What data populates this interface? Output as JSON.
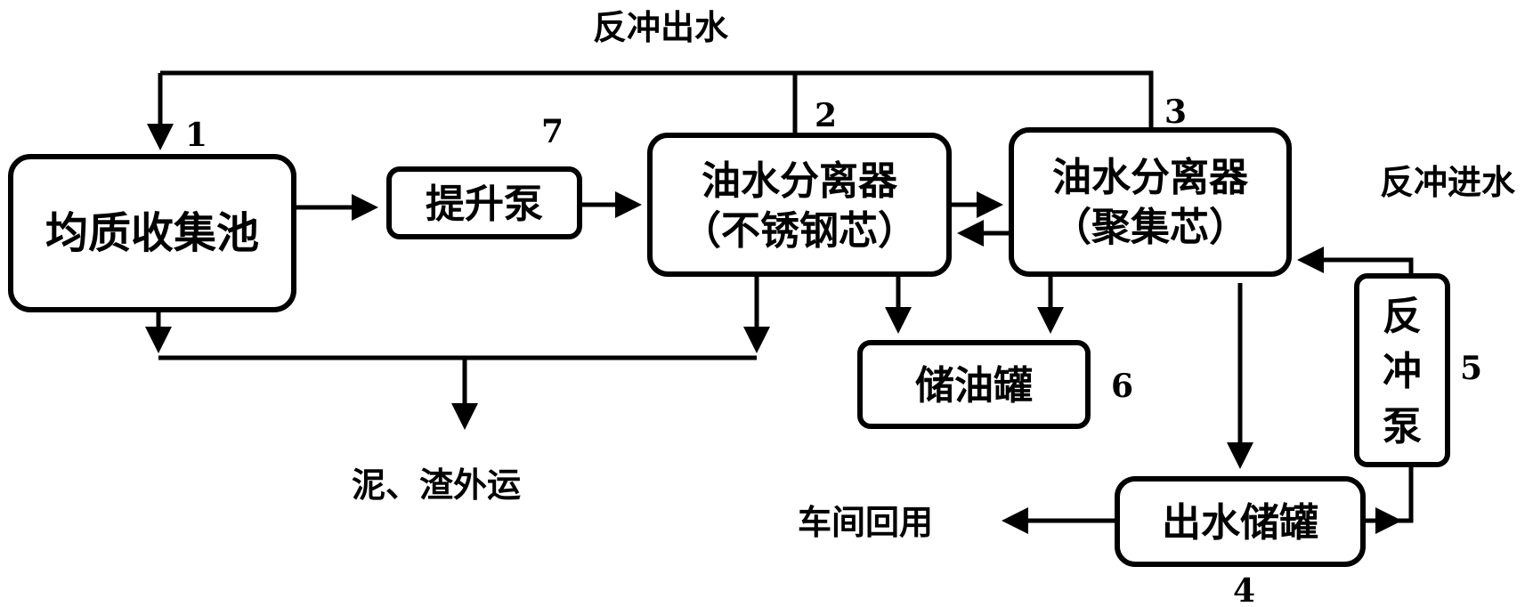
{
  "nodes": {
    "homogenizing_tank": {
      "label": "均质收集池",
      "number": "1"
    },
    "lift_pump": {
      "label": "提升泵",
      "number": "7"
    },
    "separator_stainless": {
      "line1": "油水分离器",
      "line2": "（不锈钢芯）",
      "number": "2"
    },
    "separator_coalescing": {
      "line1": "油水分离器",
      "line2": "（聚集芯）",
      "number": "3"
    },
    "oil_storage_tank": {
      "label": "储油罐",
      "number": "6"
    },
    "effluent_storage_tank": {
      "label": "出水储罐",
      "number": "4"
    },
    "backwash_pump": {
      "chars": [
        "反",
        "冲",
        "泵"
      ],
      "number": "5"
    }
  },
  "flow_labels": {
    "backwash_outlet": "反冲出水",
    "backwash_inlet": "反冲进水",
    "sludge_disposal": "泥、渣外运",
    "workshop_reuse": "车间回用"
  },
  "colors": {
    "stroke": "#000000",
    "background": "#ffffff"
  }
}
